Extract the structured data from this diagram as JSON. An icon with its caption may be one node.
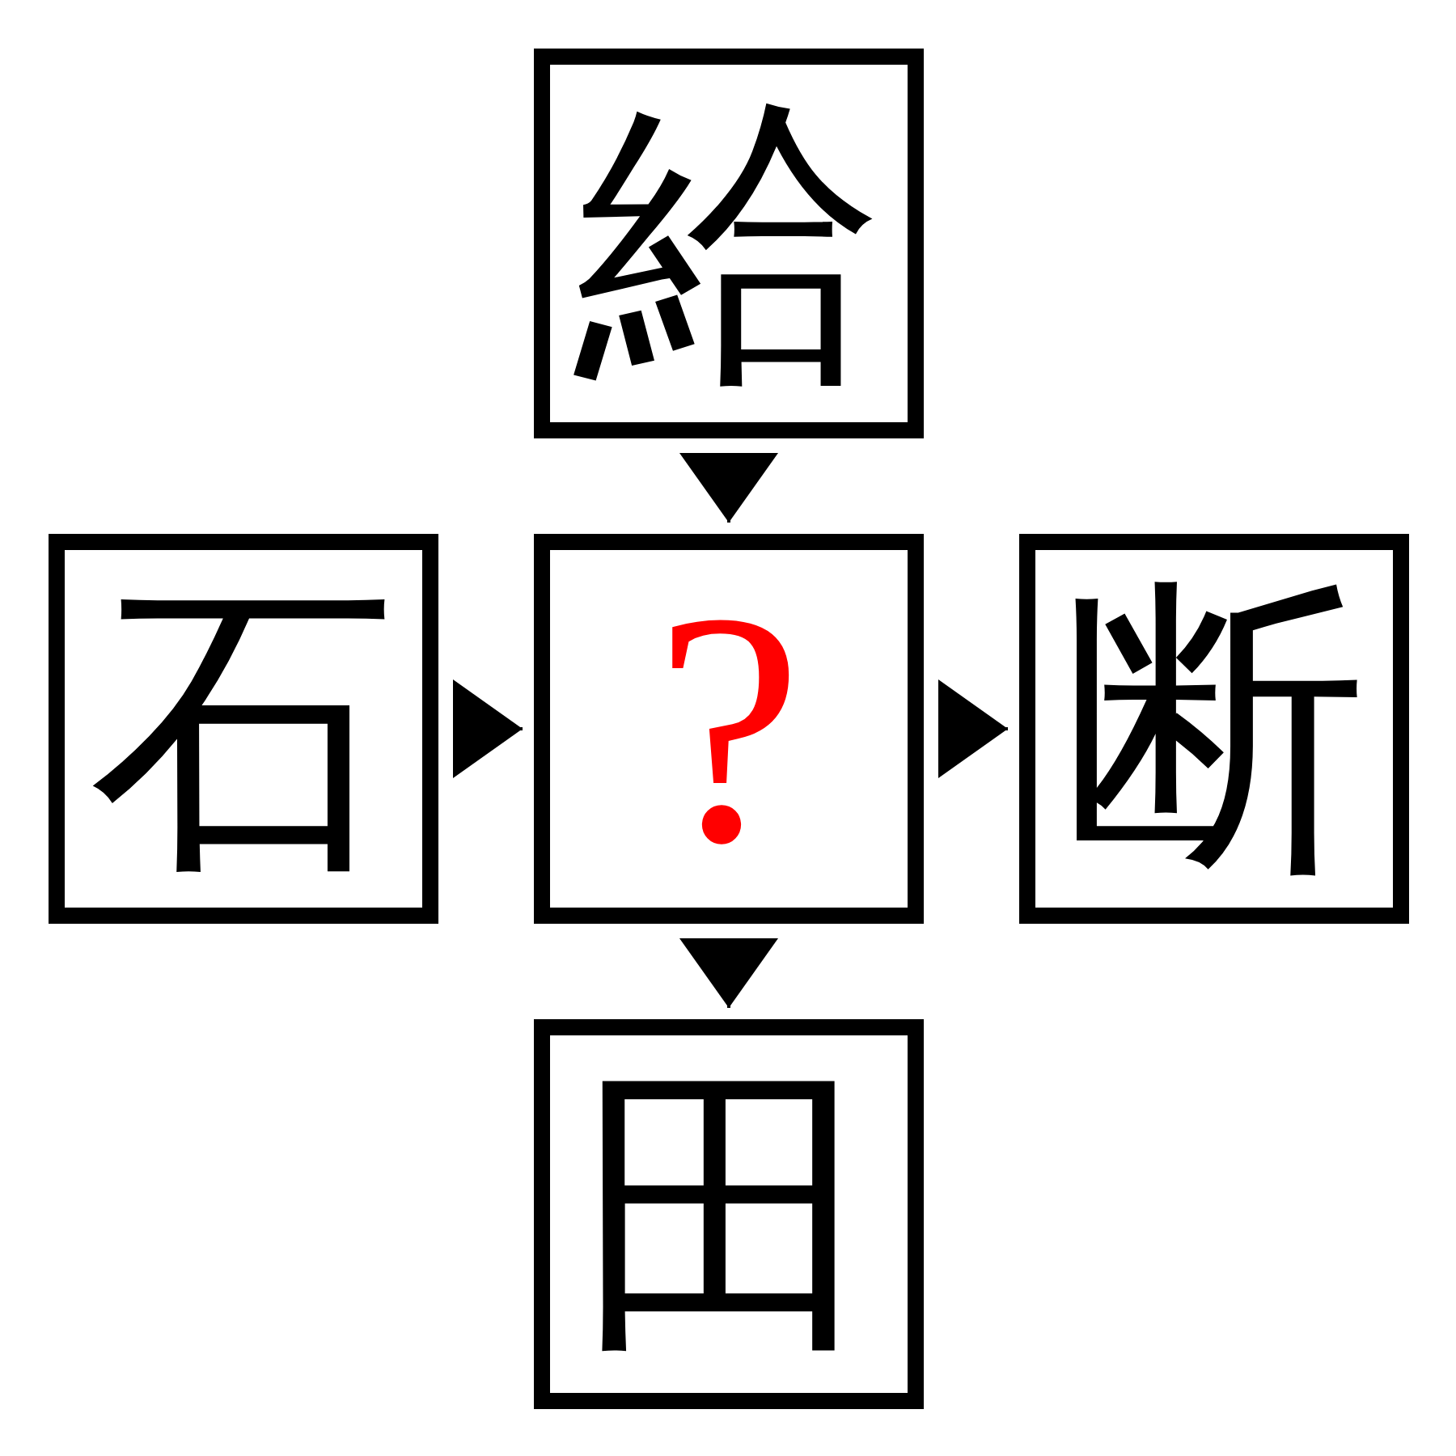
{
  "diagram": {
    "nodes": [
      {
        "text": [
          "給"
        ]
      },
      {
        "text": [
          "石"
        ]
      },
      {
        "text": [
          "?"
        ]
      },
      {
        "text": [
          "断"
        ]
      },
      {
        "text": [
          "田"
        ]
      }
    ],
    "edges": [
      {
        "from": 0,
        "to": 2,
        "arrow": "to"
      },
      {
        "from": 1,
        "to": 2,
        "arrow": "to"
      },
      {
        "from": 2,
        "to": 3,
        "arrow": "to"
      },
      {
        "from": 2,
        "to": 4,
        "arrow": "to"
      }
    ]
  }
}
